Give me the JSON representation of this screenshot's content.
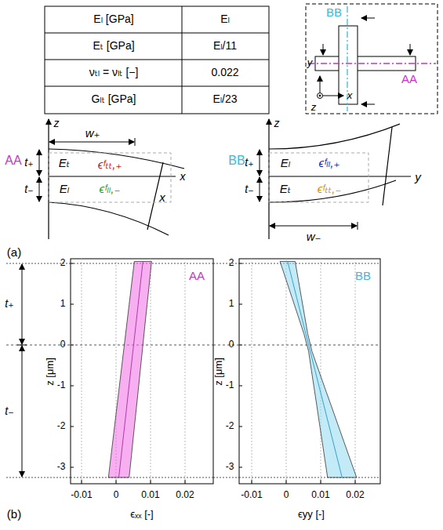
{
  "diagram": {
    "labels": [
      "Eₗ [GPa]",
      "Eₗ",
      "Eₜ [GPa]",
      "Eₗ/11",
      "νₜₗ = νₗₜ [−]",
      "0.022",
      "Gₗₜ [GPa]",
      "Eₗ/23",
      "BB",
      "y",
      "AA",
      "x",
      "z",
      "AA",
      "z",
      "w₊",
      "t₊",
      "t₋",
      "Eₜ",
      "Eₗ",
      "ϵᶠₜₜ,₊",
      "ϵᶠₗₗ,₋",
      "x",
      "x",
      "BB",
      "z",
      "t₊",
      "t₋",
      "Eₗ",
      "Eₜ",
      "ϵᶠₗₗ,₊",
      "ϵᶠₜₜ,₋",
      "w₋",
      "y",
      "(a)",
      "t₊",
      "t₋",
      "z [μm]",
      "2",
      "1",
      "0",
      "-1",
      "-2",
      "-3",
      "AA",
      "-0.01",
      "0",
      "0.01",
      "0.02",
      "ϵₓₓ [-]",
      "(b)",
      "z [μm]",
      "2",
      "1",
      "0",
      "-1",
      "-2",
      "-3",
      "BB",
      "-0.01",
      "0",
      "0.01",
      "0.02",
      "ϵyy [-]"
    ]
  }
}
